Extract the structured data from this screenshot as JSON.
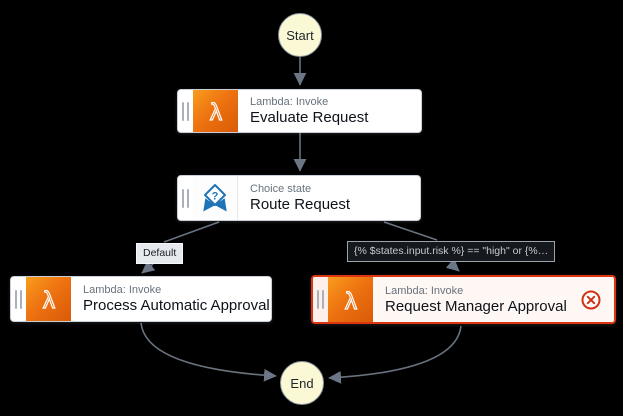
{
  "workflow": {
    "nodes": {
      "start": {
        "label": "Start"
      },
      "evaluate": {
        "type_label": "Lambda: Invoke",
        "name": "Evaluate Request"
      },
      "route": {
        "type_label": "Choice state",
        "name": "Route Request"
      },
      "auto_approval": {
        "type_label": "Lambda: Invoke",
        "name": "Process Automatic Approval"
      },
      "manager_approval": {
        "type_label": "Lambda: Invoke",
        "name": "Request Manager Approval",
        "status": "error"
      },
      "end": {
        "label": "End"
      }
    },
    "edge_labels": {
      "default_rule": "Default",
      "condition_rule": "{% $states.input.risk %} == \"high\" or {%…"
    }
  },
  "icons": {
    "lambda_glyph": "λ",
    "choice_glyph": "?"
  },
  "colors": {
    "canvas_bg": "#000000",
    "card_bg": "#ffffff",
    "lambda_gradient_start": "#f89d1d",
    "lambda_gradient_end": "#d95a07",
    "choice_blue": "#1f74b8",
    "error_red": "#d13212",
    "error_border": "#dd3411",
    "terminal_fill": "#fbf8d5",
    "edge_gray": "#68737f"
  }
}
